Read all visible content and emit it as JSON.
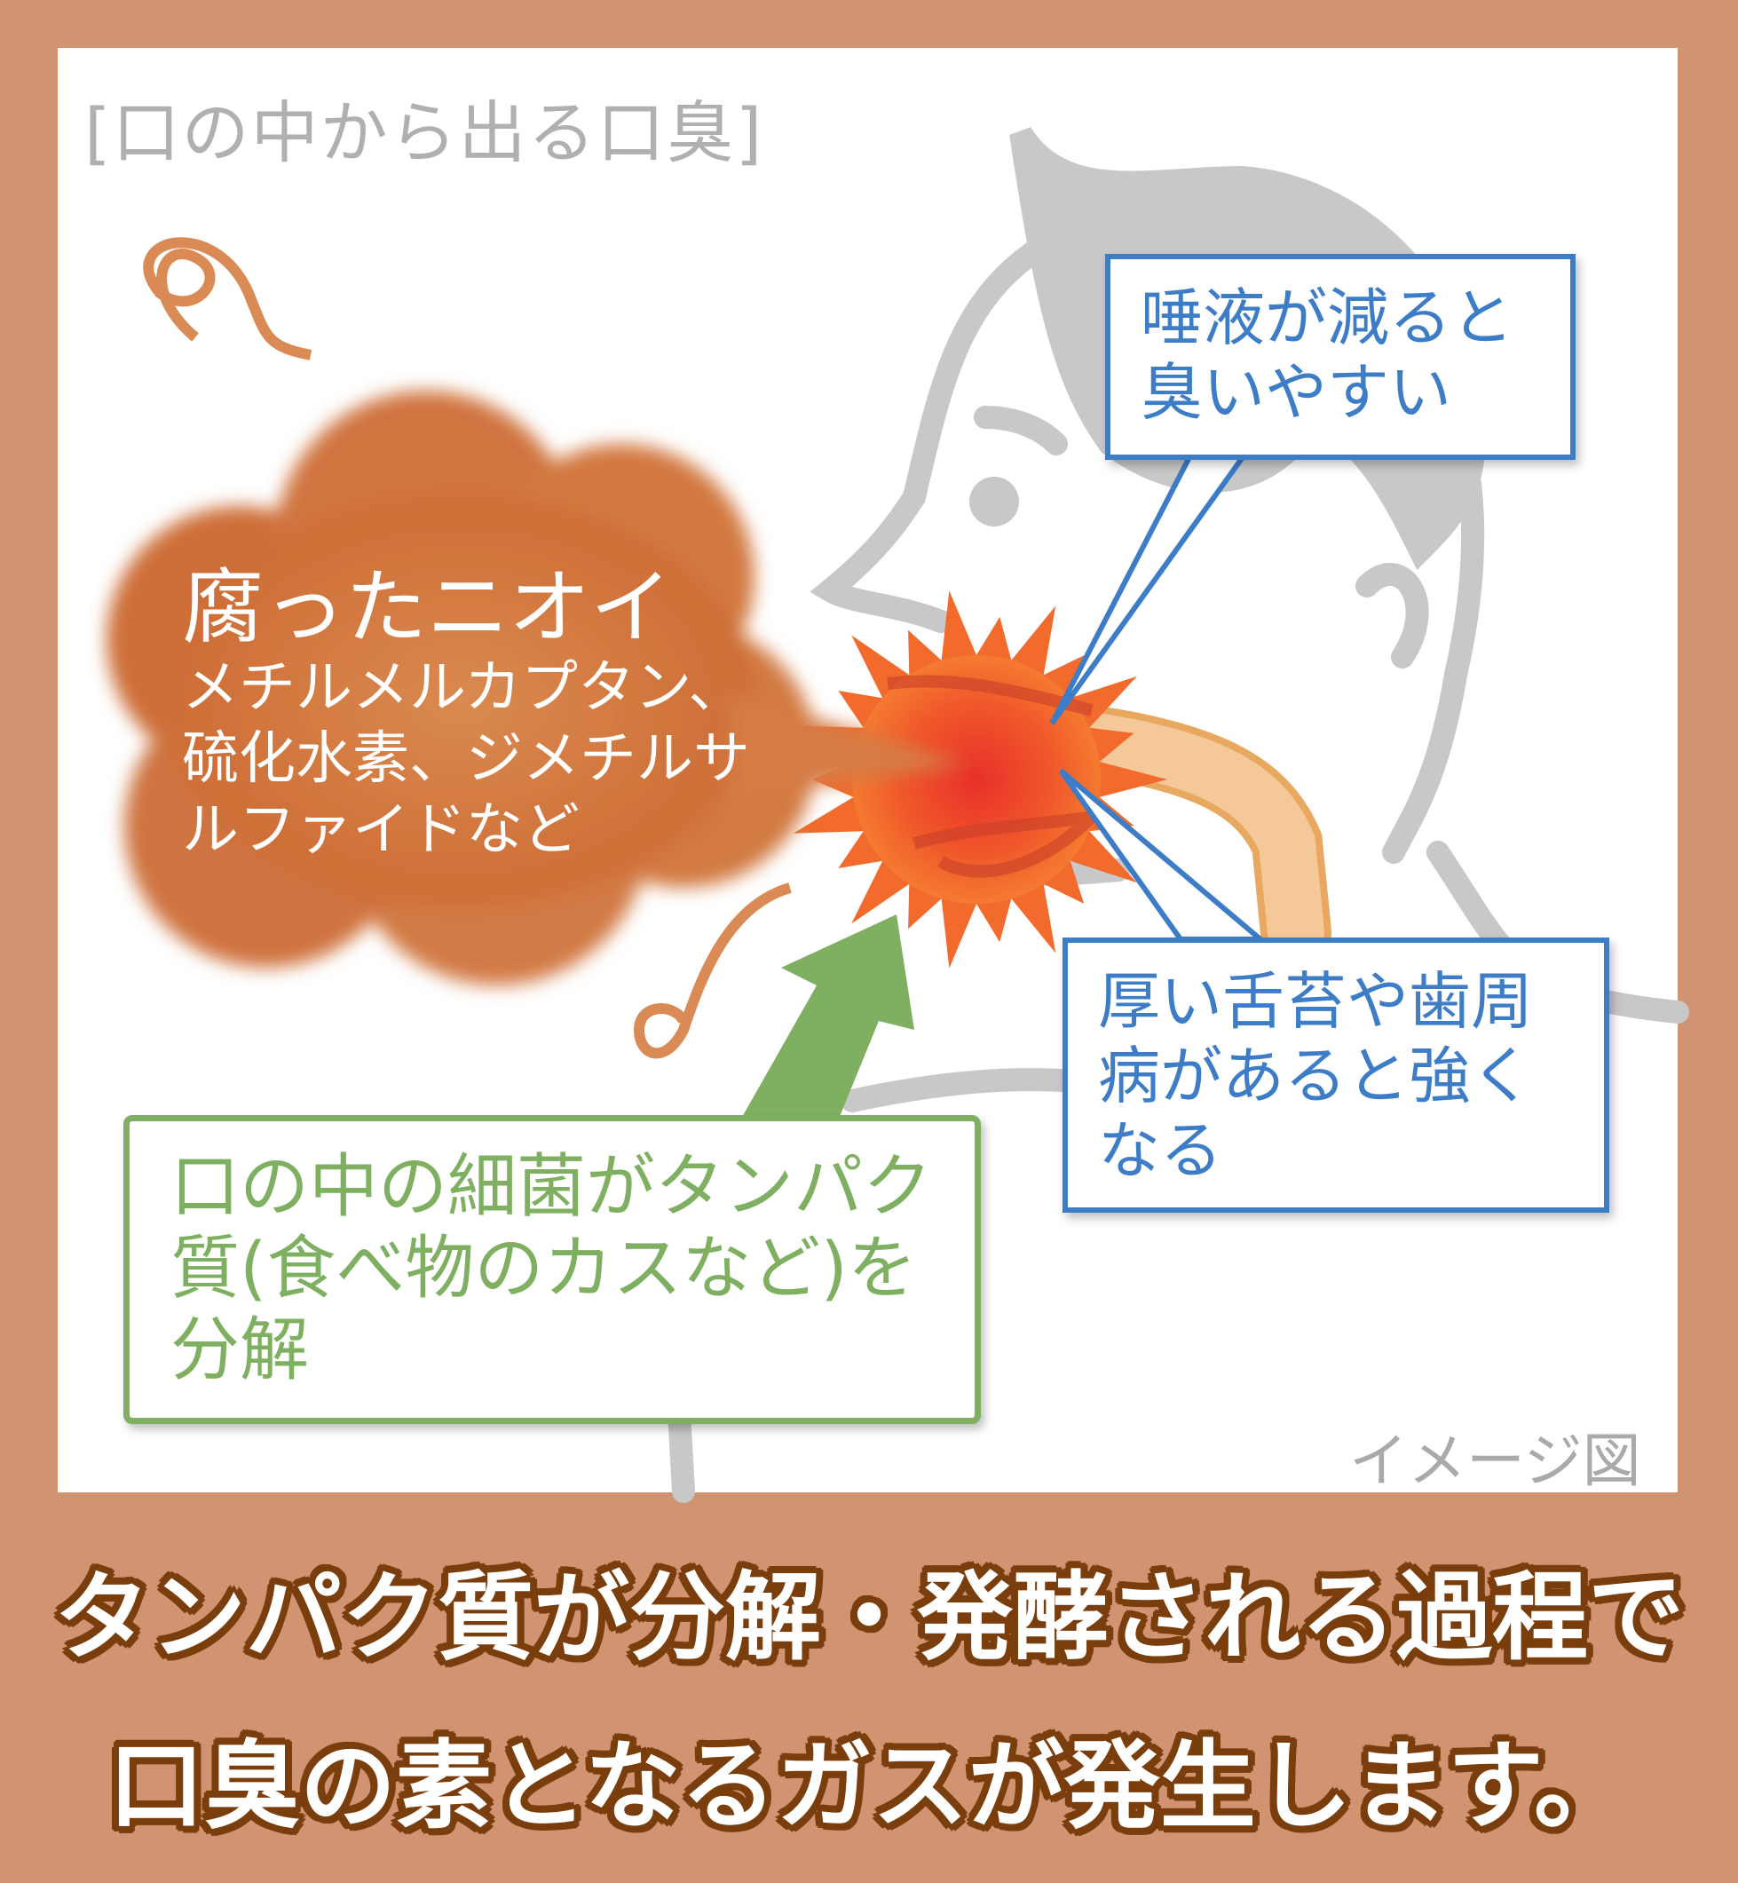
{
  "title": "[口の中から出る口臭]",
  "cloud": {
    "heading": "腐ったニオイ",
    "detail": "メチルメルカプタン、硫化水素、ジメチルサルファイドなど",
    "color": "#D2703A"
  },
  "callouts": {
    "saliva": "唾液が減ると臭いやすい",
    "tongue": "厚い舌苔や歯周病があると強くなる",
    "bacteria": "口の中の細菌がタンパク質(食べ物のカスなど)を分解"
  },
  "note": "イメージ図",
  "caption": {
    "line1": "タンパク質が分解・発酵される過程で",
    "line2": "口臭の素となるガスが発生します。"
  },
  "colors": {
    "frame": "#D19472",
    "blue": "#3D7CC6",
    "green": "#7FB061",
    "figure": "#C8C8C8",
    "caption_outline": "#7A3D0C"
  }
}
